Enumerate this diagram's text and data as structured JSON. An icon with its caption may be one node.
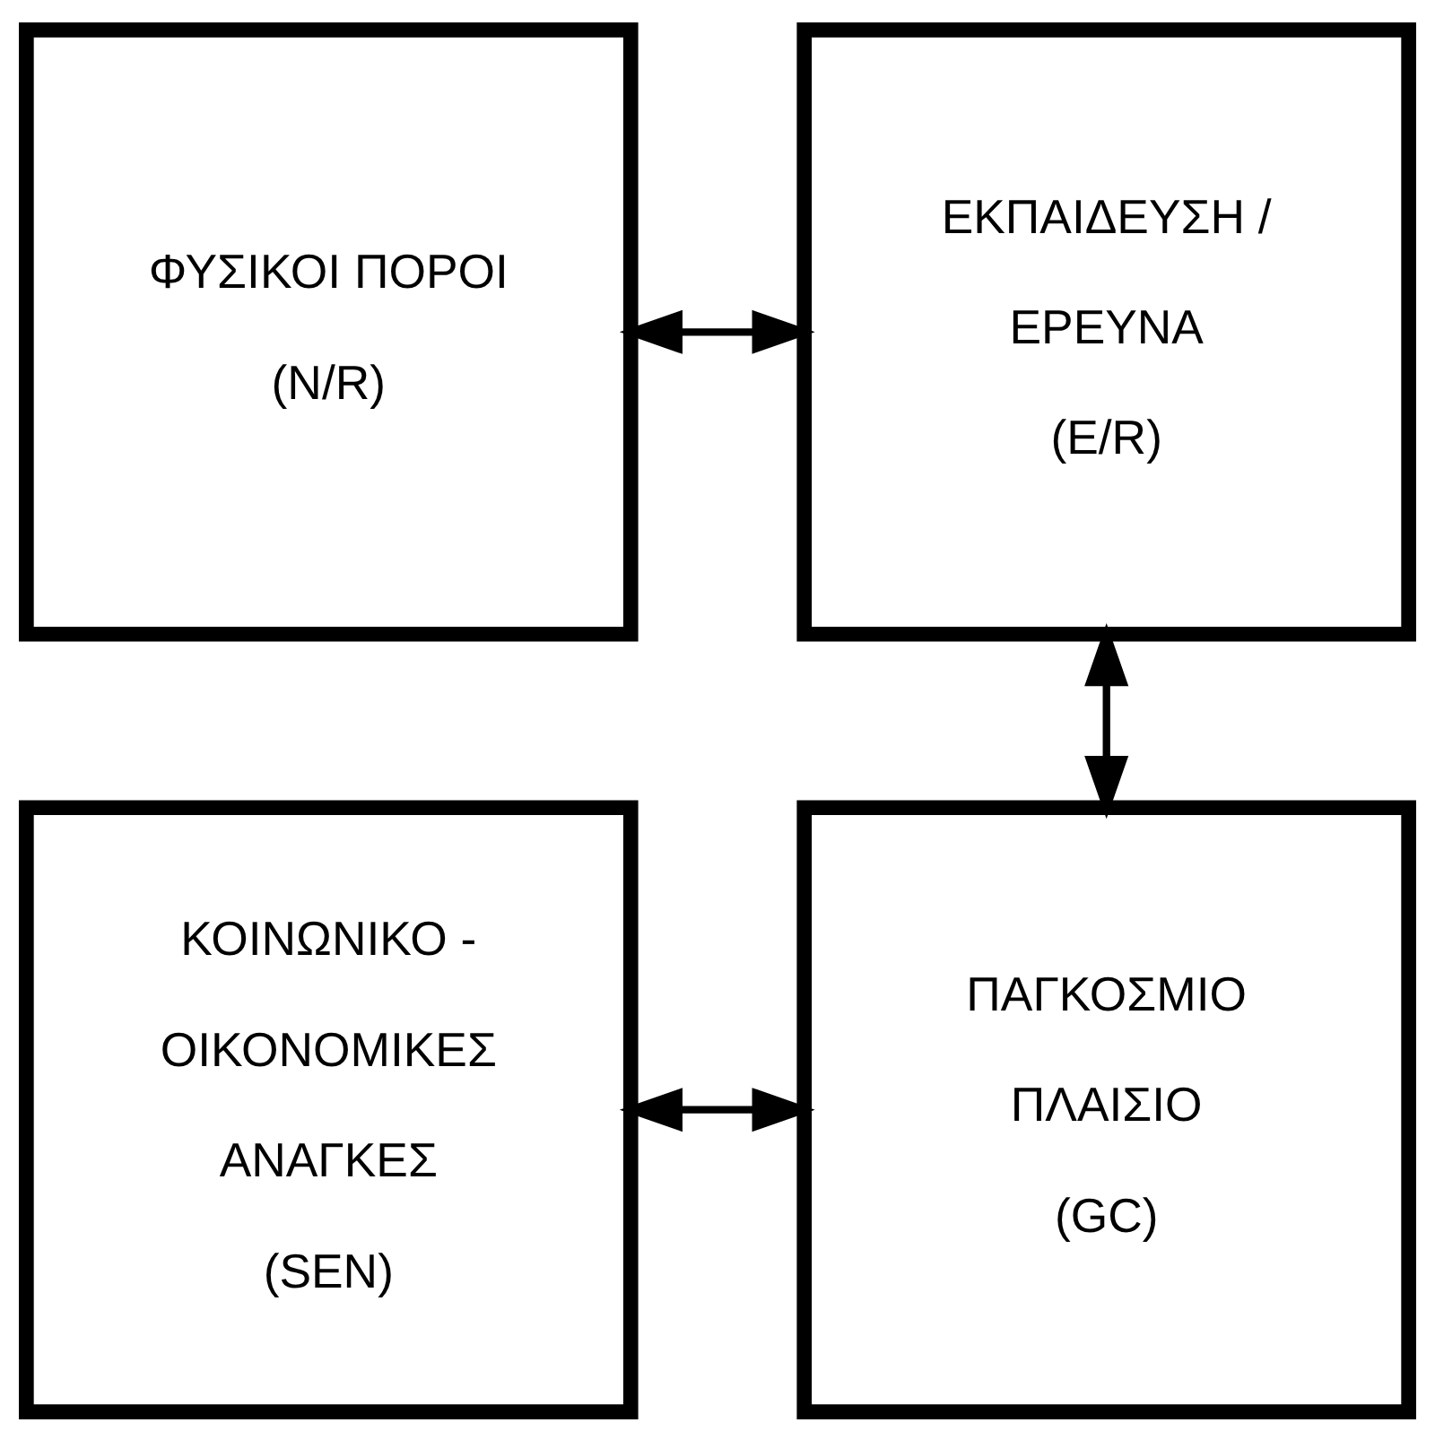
{
  "diagram": {
    "nodes": [
      {
        "text": [
          "ΦΥΣΙΚΟΙ ΠΟΡΟΙ",
          "(N/R)"
        ]
      },
      {
        "text": [
          "ΕΚΠΑΙΔΕΥΣΗ / ΕΡΕΥΝΑ",
          "(E/R)"
        ]
      },
      {
        "text": [
          "ΚΟΙΝΩΝΙΚΟ - ΟΙΚΟΝΟΜΙΚΕΣ ΑΝΑΓΚΕΣ",
          "(SEN)"
        ]
      },
      {
        "text": [
          "ΠΑΓΚΟΣΜΙΟ ΠΛΑΙΣΙΟ",
          "(GC)"
        ]
      }
    ],
    "edges": [
      {
        "from": 0,
        "to": 1,
        "arrow": "both"
      },
      {
        "from": 1,
        "to": 3,
        "arrow": "both"
      },
      {
        "from": 2,
        "to": 3,
        "arrow": "both"
      }
    ]
  }
}
